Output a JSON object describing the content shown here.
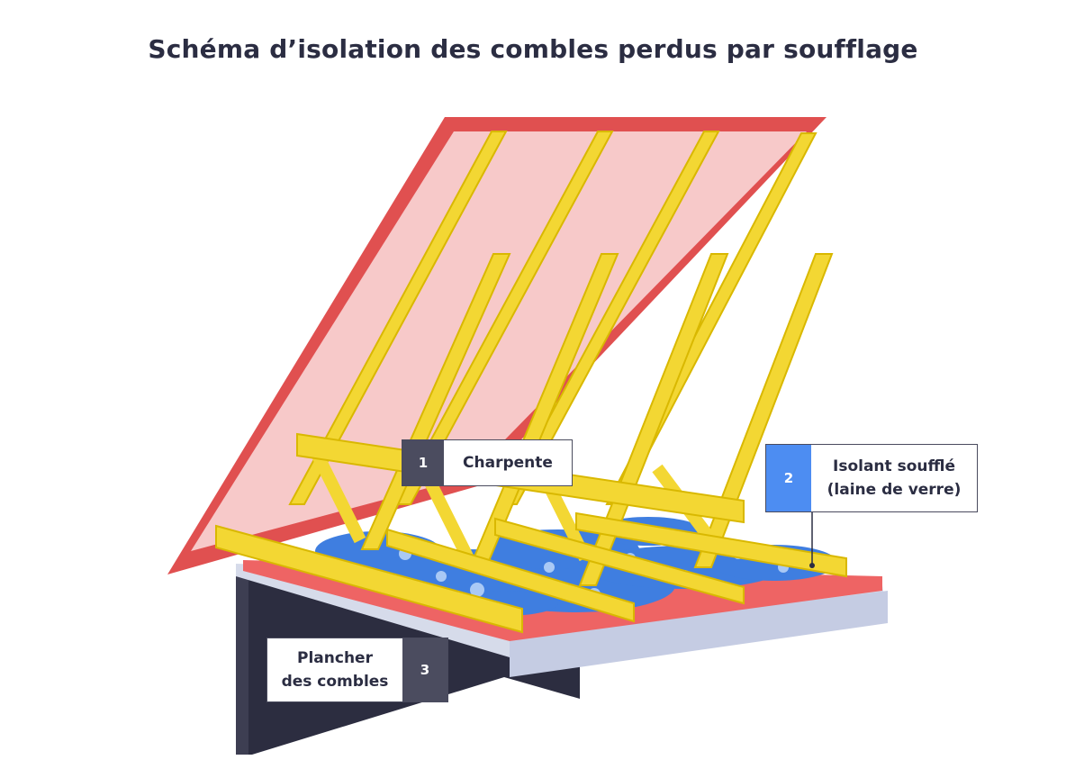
{
  "title": "Schéma d’isolation des combles perdus par soufflage",
  "colors": {
    "roof_border": "#e05050",
    "roof_fill": "#f7c9c9",
    "timber": "#f3d733",
    "timber_shadow": "#d9b800",
    "insulation": "#3f7ee0",
    "floor_dark": "#2c2d40",
    "floor_light": "#c9d0e6",
    "badge_dark": "#4b4c5f",
    "badge_blue": "#4d8df2"
  },
  "labels": [
    {
      "number": "1",
      "text": "Charpente"
    },
    {
      "number": "2",
      "text": "Isolant soufflé\n(laine de verre)"
    },
    {
      "number": "3",
      "text": "Plancher\ndes combles"
    }
  ]
}
